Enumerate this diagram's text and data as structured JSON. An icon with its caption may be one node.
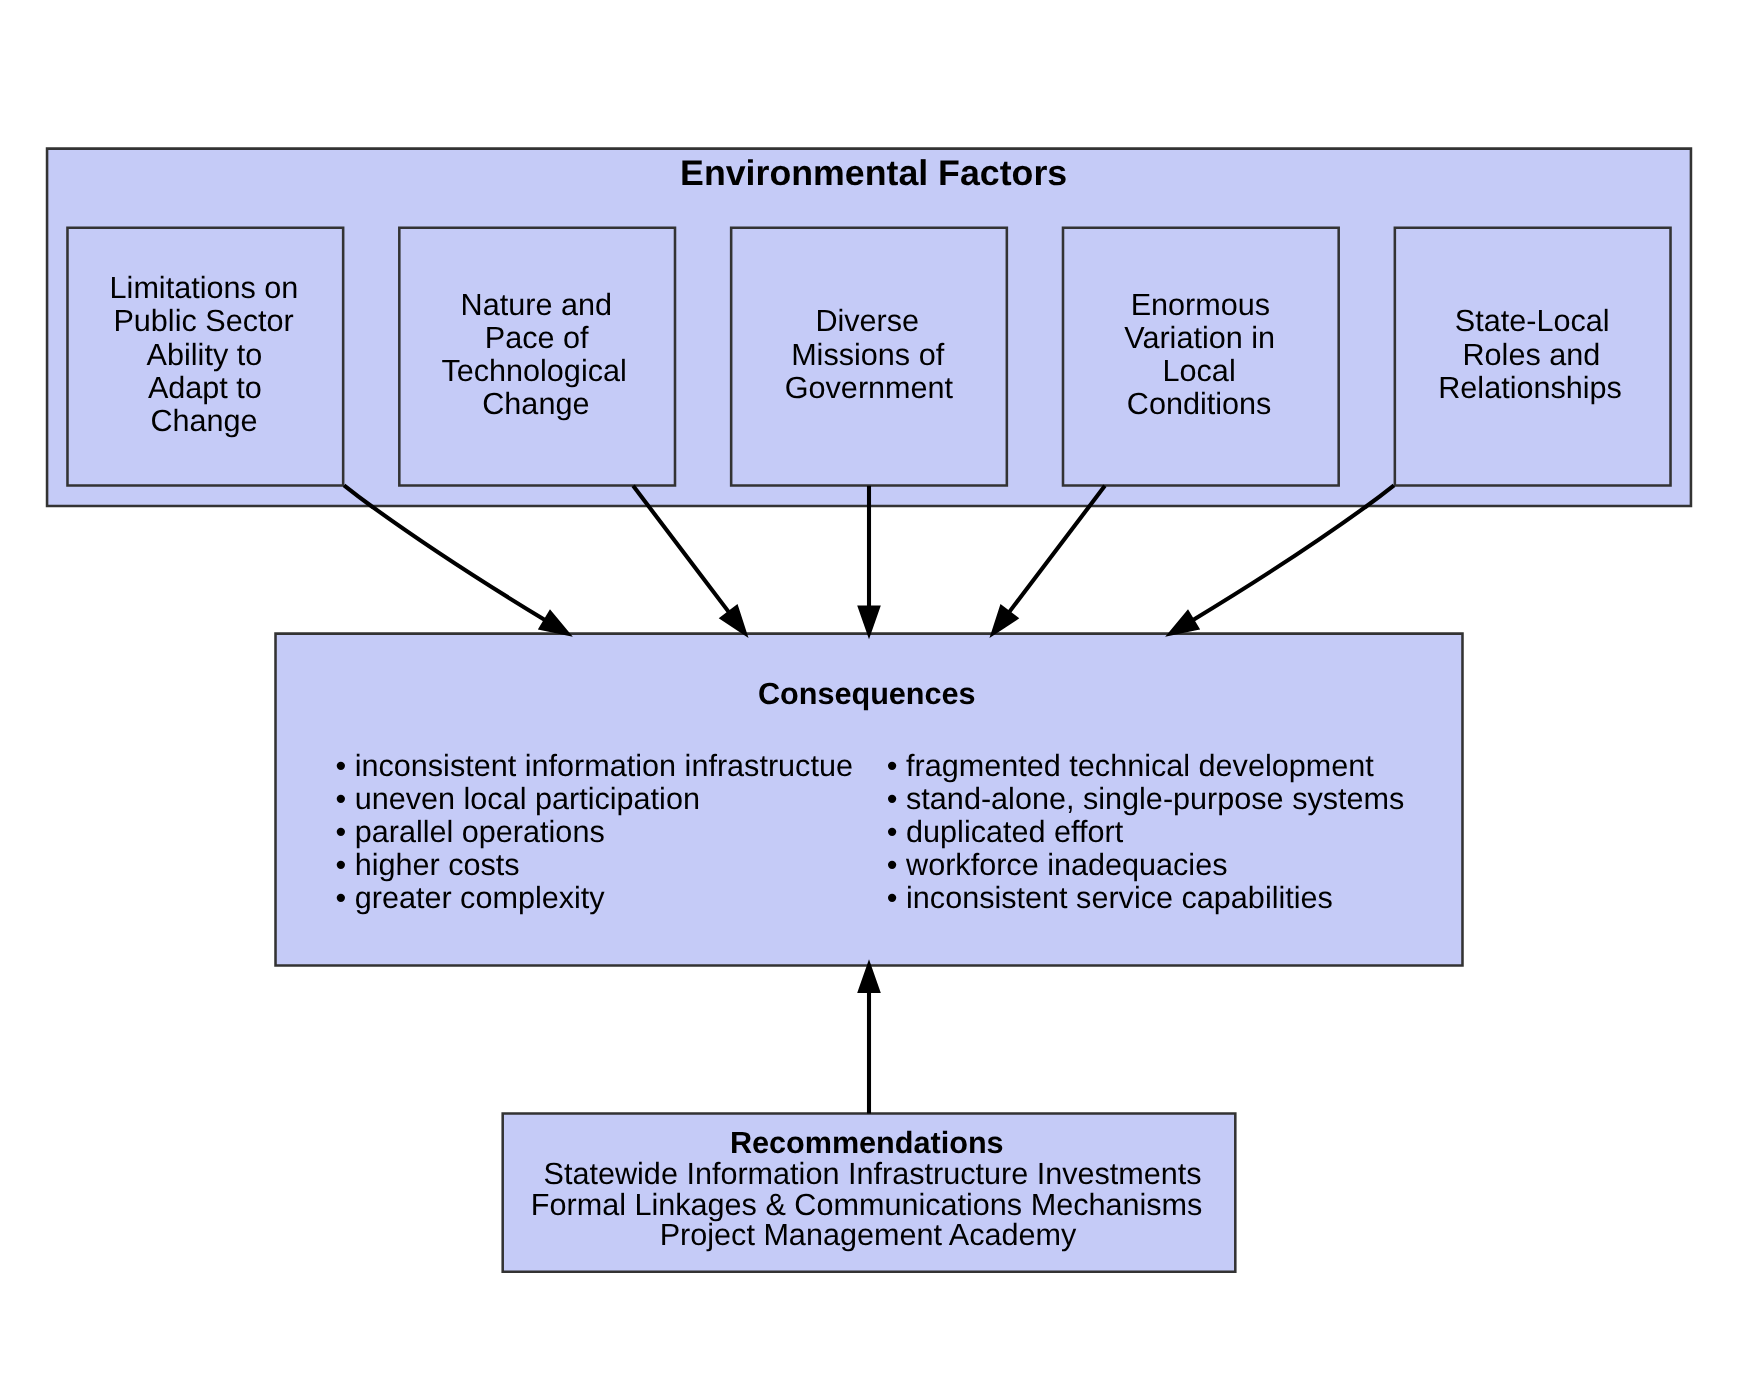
{
  "diagram": {
    "nodes": [
      {
        "text": [
          "Environmental Factors"
        ]
      },
      {
        "text": [
          "State-Local Roles and Relationships"
        ],
        "in": 0
      },
      {
        "text": [
          "Enormous Variation in Local Conditions"
        ],
        "in": 0
      },
      {
        "text": [
          "Diverse Missions of Government"
        ],
        "in": 0
      },
      {
        "text": [
          "Nature and Pace of Technological Change"
        ],
        "in": 0
      },
      {
        "text": [
          "Limitations on Public Sector Ability to Adapt to Change"
        ],
        "in": 0
      },
      {
        "text": [
          "Consequences",
          "• inconsistent information infrastructue",
          "• uneven local participation",
          "• parallel operations",
          "• higher costs",
          "• greater complexity",
          "• fragmented technical development",
          "• stand-alone, single-purpose systems",
          "• duplicated effort",
          "• workforce inadequacies",
          "• inconsistent service capabilities"
        ]
      },
      {
        "text": [
          "Recommendations",
          "Statewide Information Infrastructure Investments",
          "Formal Linkages & Communications Mechanisms",
          "Project Management Academy"
        ]
      }
    ],
    "edges": [
      {
        "from": 1,
        "to": 6,
        "arrow": "to"
      },
      {
        "from": 2,
        "to": 6,
        "arrow": "to"
      },
      {
        "from": 3,
        "to": 6,
        "arrow": "to"
      },
      {
        "from": 4,
        "to": 6,
        "arrow": "to"
      },
      {
        "from": 5,
        "to": 6,
        "arrow": "to"
      },
      {
        "from": 7,
        "to": 6,
        "arrow": "to"
      }
    ]
  }
}
